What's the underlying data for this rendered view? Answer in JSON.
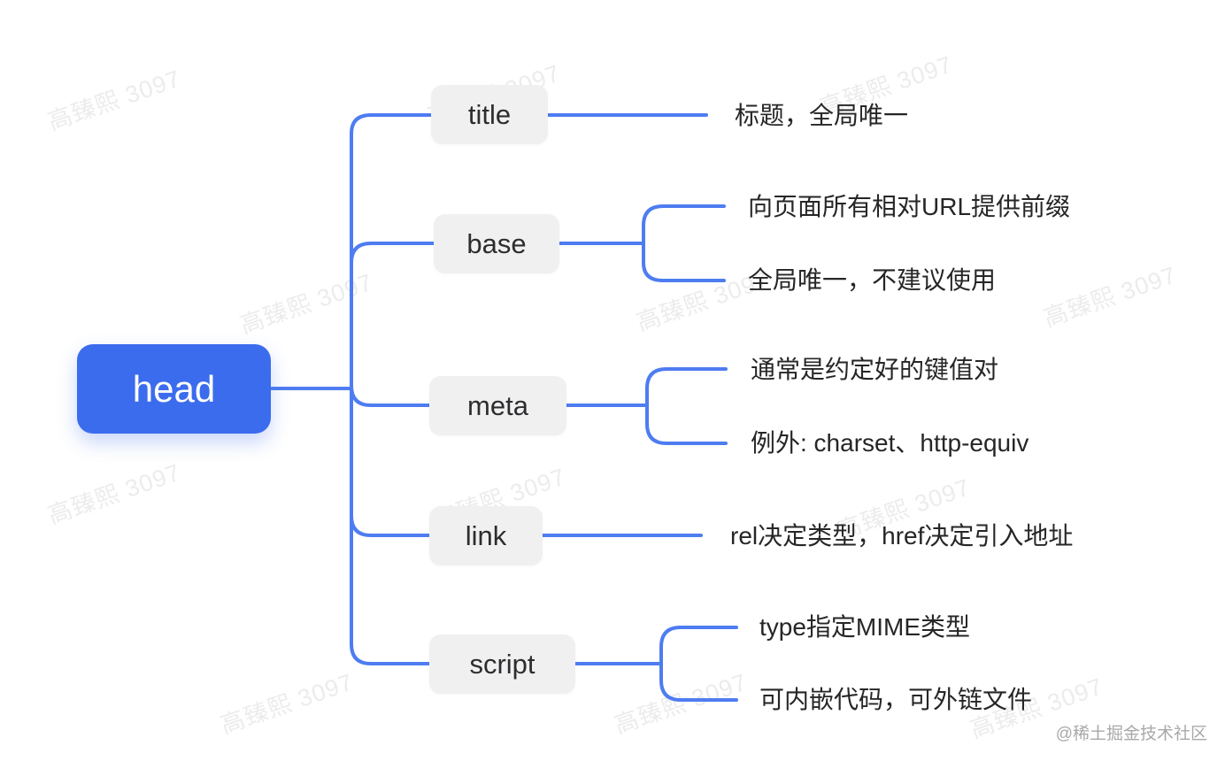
{
  "root": {
    "label": "head"
  },
  "children": [
    {
      "label": "title",
      "notes": [
        "标题，全局唯一"
      ]
    },
    {
      "label": "base",
      "notes": [
        "向页面所有相对URL提供前缀",
        "全局唯一，不建议使用"
      ]
    },
    {
      "label": "meta",
      "notes": [
        "通常是约定好的键值对",
        "例外: charset、http-equiv"
      ]
    },
    {
      "label": "link",
      "notes": [
        "rel决定类型，href决定引入地址"
      ]
    },
    {
      "label": "script",
      "notes": [
        "type指定MIME类型",
        "可内嵌代码，可外链文件"
      ]
    }
  ],
  "watermark": {
    "text": "高臻熙 3097"
  },
  "credit": {
    "text": "@稀土掘金技术社区"
  },
  "colors": {
    "root_fill": "#3b6cee",
    "line_blue": "#4e7cf1",
    "node_gray": "#f0f0f1",
    "text_dark": "#262626",
    "watermark_gray": "#ececed",
    "credit_gray": "#a8a8a8"
  }
}
